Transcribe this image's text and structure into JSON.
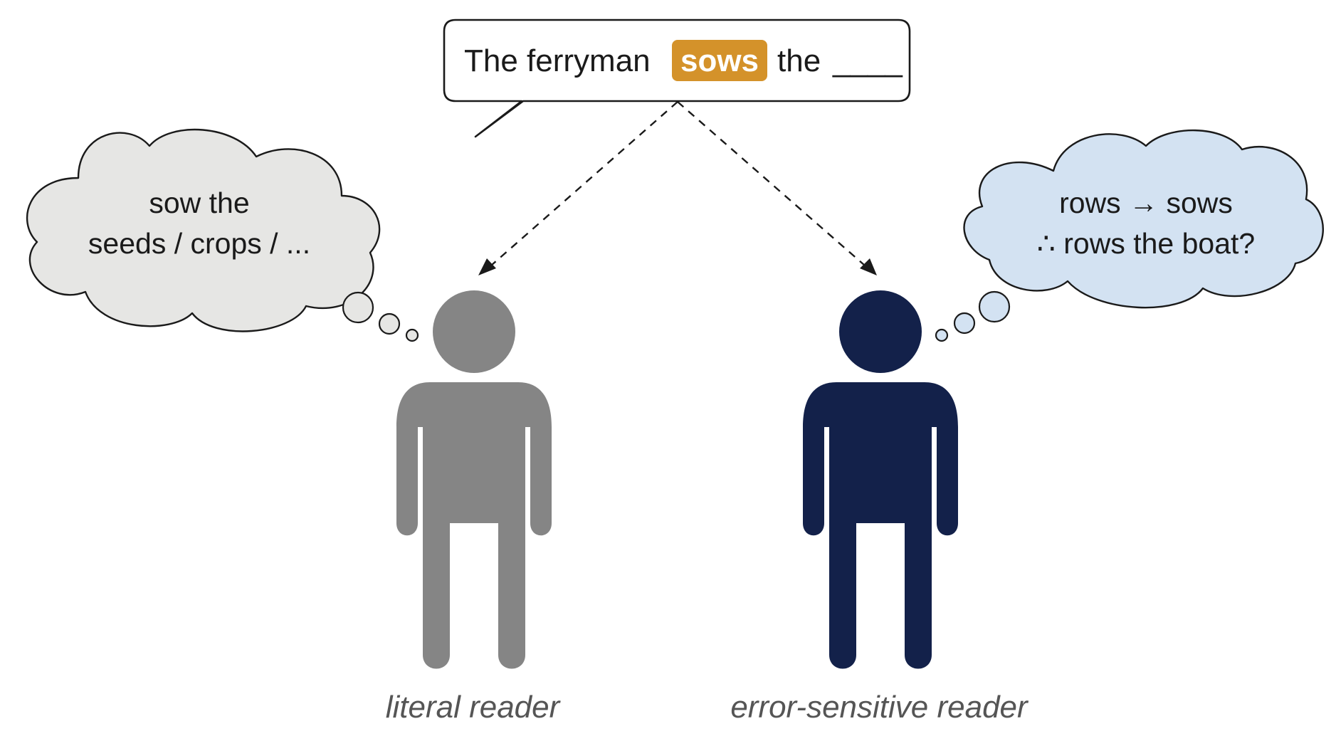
{
  "speech": {
    "prefix": "The ferryman",
    "highlight": "sows",
    "suffix": "the",
    "blank": "____"
  },
  "left_thought": {
    "line1": "sow the",
    "line2": "seeds / crops / ..."
  },
  "right_thought": {
    "line1": "rows → sows",
    "line2": "∴ rows the boat?"
  },
  "labels": {
    "left": "literal reader",
    "right": "error-sensitive reader"
  },
  "colors": {
    "highlight": "#D4922A",
    "literal_figure": "#858585",
    "sensitive_figure": "#13214A",
    "left_cloud": "#E6E6E4",
    "right_cloud": "#D3E2F2"
  }
}
